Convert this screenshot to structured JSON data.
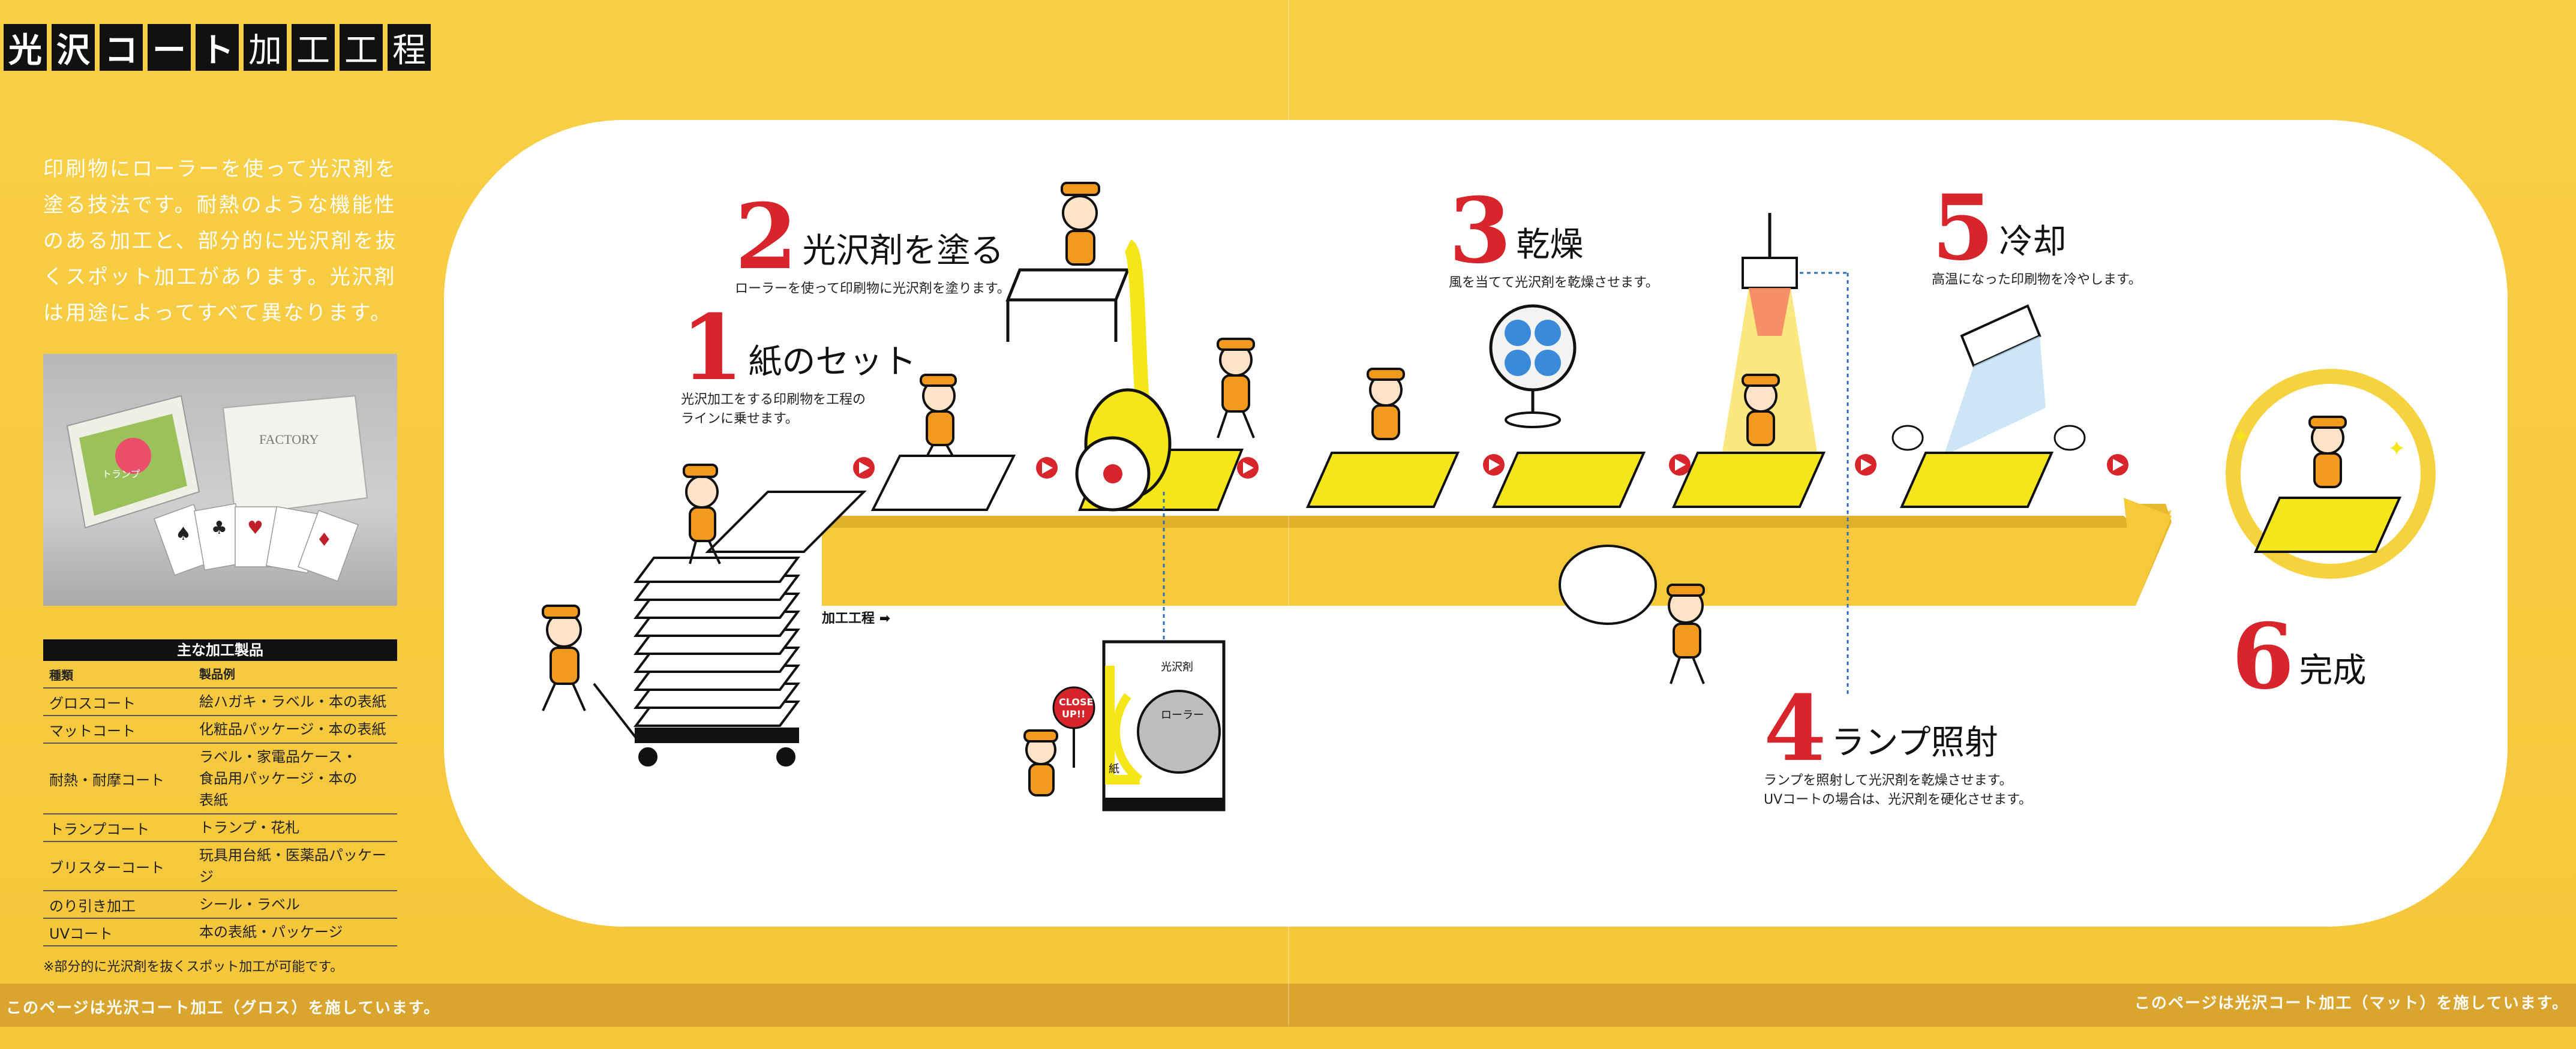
{
  "title": {
    "chars_filled": [
      "光",
      "沢",
      "コ",
      "ー",
      "ト"
    ],
    "chars_outline": [
      "加",
      "工",
      "工",
      "程"
    ]
  },
  "intro": "印刷物にローラーを使って光沢剤を塗る技法です。耐熱のような機能性のある加工と、部分的に光沢剤を抜くスポット加工があります。光沢剤は用途によってすべて異なります。",
  "photo": {
    "box_label": "FACTORY",
    "tag_text": "トランプ"
  },
  "products": {
    "heading": "主な加工製品",
    "col_type": "種類",
    "col_example": "製品例",
    "rows": [
      {
        "type": "グロスコート",
        "example": "絵ハガキ・ラベル・本の表紙"
      },
      {
        "type": "マットコート",
        "example": "化粧品パッケージ・本の表紙"
      },
      {
        "type": "耐熱・耐摩コート",
        "example": "ラベル・家電品ケース・食品用パッケージ・本の表紙"
      },
      {
        "type": "トランプコート",
        "example": "トランプ・花札"
      },
      {
        "type": "ブリスターコート",
        "example": "玩具用台紙・医薬品パッケージ"
      },
      {
        "type": "のり引き加工",
        "example": "シール・ラベル"
      },
      {
        "type": "UVコート",
        "example": "本の表紙・パッケージ"
      }
    ],
    "note": "※部分的に光沢剤を抜くスポット加工が可能です。"
  },
  "steps": [
    {
      "num": "1",
      "title": "紙のセット",
      "desc1": "光沢加工をする印刷物を工程の",
      "desc2": "ラインに乗せます。"
    },
    {
      "num": "2",
      "title": "光沢剤を塗る",
      "desc1": "ローラーを使って印刷物に光沢剤を塗ります。",
      "desc2": ""
    },
    {
      "num": "3",
      "title": "乾燥",
      "desc1": "風を当てて光沢剤を乾燥させます。",
      "desc2": ""
    },
    {
      "num": "4",
      "title": "ランプ照射",
      "desc1": "ランプを照射して光沢剤を乾燥させます。",
      "desc2": "UVコートの場合は、光沢剤を硬化させます。"
    },
    {
      "num": "5",
      "title": "冷却",
      "desc1": "高温になった印刷物を冷やします。",
      "desc2": ""
    },
    {
      "num": "6",
      "title": "完成",
      "desc1": "",
      "desc2": ""
    }
  ],
  "flow_label": "加工工程",
  "closeup": {
    "sign_line1": "CLOSE",
    "sign_line2": "UP!!",
    "label_agent": "光沢剤",
    "label_roller": "ローラー",
    "label_paper": "紙"
  },
  "footer": {
    "left": "このページは光沢コート加工（グロス）を施しています。",
    "right": "このページは光沢コート加工（マット）を施しています。"
  },
  "colors": {
    "background": "#f6c93a",
    "accent_red": "#d8252b",
    "worker_orange": "#f29a1e",
    "yellow": "#f5e61a",
    "footer": "#d9a52e"
  }
}
